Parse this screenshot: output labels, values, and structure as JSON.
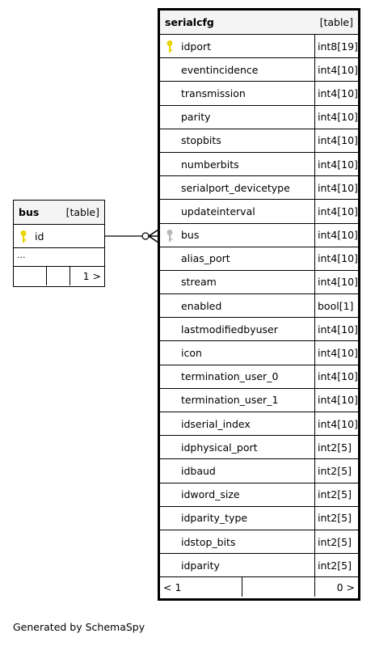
{
  "bus_table": {
    "name": "bus",
    "kind": "[table]",
    "columns": [
      {
        "name": "id",
        "key": "primary"
      }
    ],
    "ellipsis": "...",
    "footer": {
      "left": "",
      "mid": "",
      "right": "1 >"
    }
  },
  "serialcfg_table": {
    "name": "serialcfg",
    "kind": "[table]",
    "columns": [
      {
        "name": "idport",
        "type": "int8[19]",
        "key": "primary"
      },
      {
        "name": "eventincidence",
        "type": "int4[10]"
      },
      {
        "name": "transmission",
        "type": "int4[10]"
      },
      {
        "name": "parity",
        "type": "int4[10]"
      },
      {
        "name": "stopbits",
        "type": "int4[10]"
      },
      {
        "name": "numberbits",
        "type": "int4[10]"
      },
      {
        "name": "serialport_devicetype",
        "type": "int4[10]"
      },
      {
        "name": "updateinterval",
        "type": "int4[10]"
      },
      {
        "name": "bus",
        "type": "int4[10]",
        "key": "foreign"
      },
      {
        "name": "alias_port",
        "type": "int4[10]"
      },
      {
        "name": "stream",
        "type": "int4[10]"
      },
      {
        "name": "enabled",
        "type": "bool[1]"
      },
      {
        "name": "lastmodifiedbyuser",
        "type": "int4[10]"
      },
      {
        "name": "icon",
        "type": "int4[10]"
      },
      {
        "name": "termination_user_0",
        "type": "int4[10]"
      },
      {
        "name": "termination_user_1",
        "type": "int4[10]"
      },
      {
        "name": "idserial_index",
        "type": "int4[10]"
      },
      {
        "name": "idphysical_port",
        "type": "int2[5]"
      },
      {
        "name": "idbaud",
        "type": "int2[5]"
      },
      {
        "name": "idword_size",
        "type": "int2[5]"
      },
      {
        "name": "idparity_type",
        "type": "int2[5]"
      },
      {
        "name": "idstop_bits",
        "type": "int2[5]"
      },
      {
        "name": "idparity",
        "type": "int2[5]"
      }
    ],
    "footer": {
      "left": "< 1",
      "mid": "",
      "right": "0 >"
    }
  },
  "generated_by": "Generated by SchemaSpy",
  "colors": {
    "primary_key": "#e8d400",
    "foreign_key": "#b8b8b8"
  }
}
